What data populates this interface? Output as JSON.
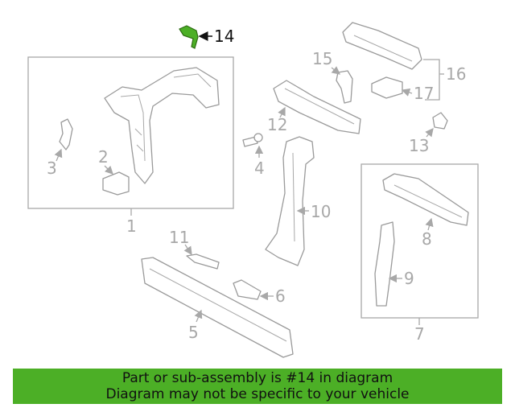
{
  "banner": {
    "line1": "Part or sub-assembly is #14 in diagram",
    "line2": "Diagram may not be specific to your vehicle",
    "color": "#4caf26"
  },
  "highlight_color": "#4caf26",
  "callouts": {
    "c1": "1",
    "c2": "2",
    "c3": "3",
    "c4": "4",
    "c5": "5",
    "c6": "6",
    "c7": "7",
    "c8": "8",
    "c9": "9",
    "c10": "10",
    "c11": "11",
    "c12": "12",
    "c13": "13",
    "c14": "14",
    "c15": "15",
    "c16": "16",
    "c17": "17"
  }
}
